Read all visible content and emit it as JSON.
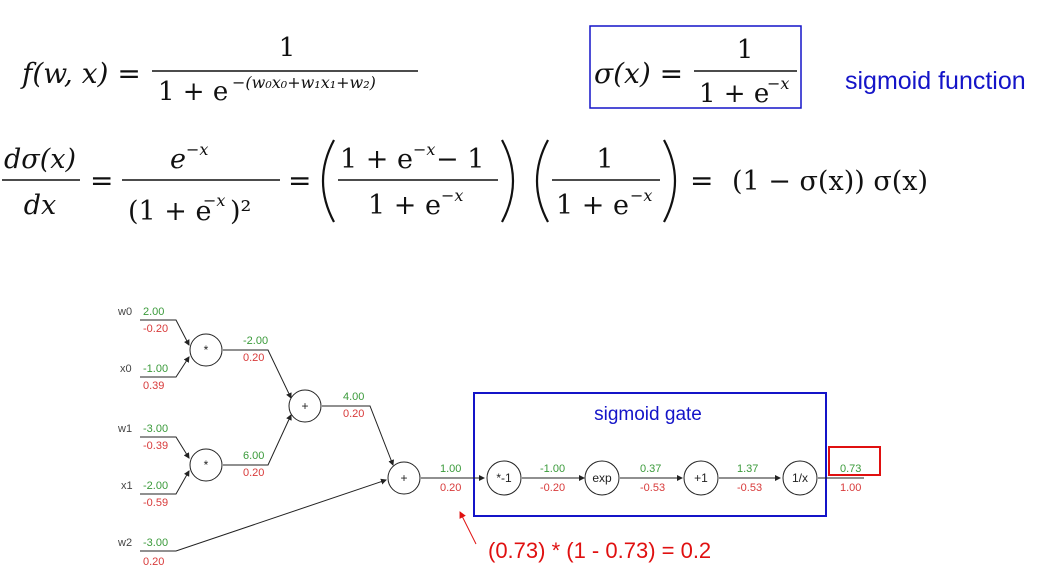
{
  "equations": {
    "f_lhs": "f(w, x) =",
    "f_num": "1",
    "f_den_base": "1 + e",
    "f_den_exp": "−(w₀x₀+w₁x₁+w₂)",
    "sigma_lhs": "σ(x) =",
    "sigma_num": "1",
    "sigma_den_base": "1 + e",
    "sigma_den_exp": "−x",
    "sigmoid_label": "sigmoid function",
    "d_lhs_num": "dσ(x)",
    "d_lhs_den": "dx",
    "d_eq1": "=",
    "d_t1_num": "e",
    "d_t1_num_exp": "−x",
    "d_t1_den": "(1 + e",
    "d_t1_den_exp": "−x",
    "d_t1_den_close": ")²",
    "d_eq2": "=",
    "d_t2_num_a": "1 + e",
    "d_t2_num_exp": "−x",
    "d_t2_num_b": " − 1",
    "d_t2_den": "1 + e",
    "d_t2_den_exp": "−x",
    "d_t3_num": "1",
    "d_t3_den": "1 + e",
    "d_t3_den_exp": "−x",
    "d_eq3": "=",
    "d_result": "(1 − σ(x)) σ(x)"
  },
  "graph": {
    "inputs": [
      {
        "name": "w0",
        "value": "2.00",
        "grad": "-0.20"
      },
      {
        "name": "x0",
        "value": "-1.00",
        "grad": "0.39"
      },
      {
        "name": "w1",
        "value": "-3.00",
        "grad": "-0.39"
      },
      {
        "name": "x1",
        "value": "-2.00",
        "grad": "-0.59"
      },
      {
        "name": "w2",
        "value": "-3.00",
        "grad": "0.20"
      }
    ],
    "nodes": {
      "mul1": "*",
      "mul2": "*",
      "add1": "+",
      "add2": "+",
      "neg": "*-1",
      "exp": "exp",
      "plus1": "+1",
      "inv": "1/x"
    },
    "edges": [
      {
        "id": "mul1_out",
        "value": "-2.00",
        "grad": "0.20"
      },
      {
        "id": "mul2_out",
        "value": "6.00",
        "grad": "0.20"
      },
      {
        "id": "add1_out",
        "value": "4.00",
        "grad": "0.20"
      },
      {
        "id": "add2_out",
        "value": "1.00",
        "grad": "0.20"
      },
      {
        "id": "neg_out",
        "value": "-1.00",
        "grad": "-0.20"
      },
      {
        "id": "exp_out",
        "value": "0.37",
        "grad": "-0.53"
      },
      {
        "id": "plus1_out",
        "value": "1.37",
        "grad": "-0.53"
      },
      {
        "id": "inv_out",
        "value": "0.73",
        "grad": "1.00"
      }
    ],
    "sigmoid_gate_label": "sigmoid gate",
    "annotation": "(0.73) * (1 - 0.73) = 0.2"
  },
  "colors": {
    "value": "#3a9a3a",
    "gradient": "#d83a3a",
    "box_blue": "#1414c8",
    "box_red": "#e01010"
  }
}
